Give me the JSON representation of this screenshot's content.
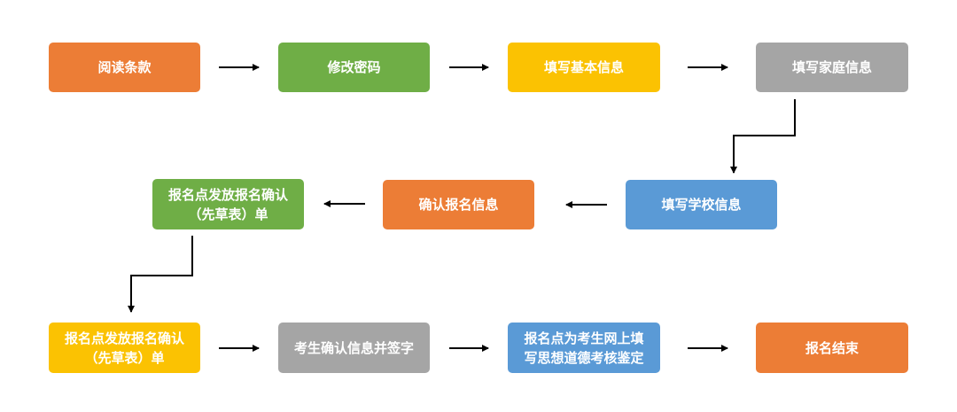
{
  "steps": {
    "s1": "阅读条款",
    "s2": "修改密码",
    "s3": "填写基本信息",
    "s4": "填写家庭信息",
    "s5": "填写学校信息",
    "s6": "确认报名信息",
    "s7": "报名点发放报名确认\n（先草表）单",
    "s8": "报名点发放报名确认\n（先草表）单",
    "s9": "考生确认信息并签字",
    "s10": "报名点为考生网上填\n写思想道德考核鉴定",
    "s11": "报名结束"
  },
  "colors": {
    "orange": "#ec7d36",
    "green": "#6fae46",
    "yellow": "#fbc202",
    "gray": "#a5a5a5",
    "blue": "#5a9ad6",
    "connector": "#000000"
  }
}
